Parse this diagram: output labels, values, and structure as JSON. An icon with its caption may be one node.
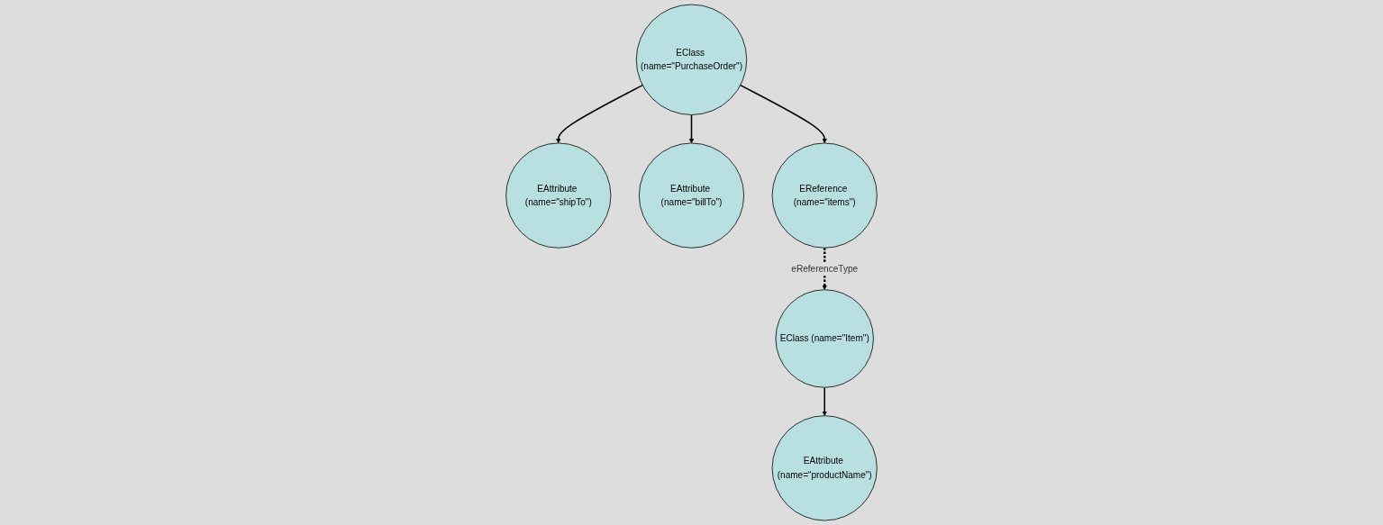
{
  "diagram": {
    "nodes": [
      {
        "text": [
          "EClass (name=\"PurchaseOrder\")"
        ]
      },
      {
        "text": [
          "EClass (name=\"Item\")"
        ]
      },
      {
        "text": [
          "EAttribute (name=\"shipTo\")"
        ]
      },
      {
        "text": [
          "EAttribute (name=\"billTo\")"
        ]
      },
      {
        "text": [
          "EReference (name=\"items\")"
        ]
      },
      {
        "text": [
          "EAttribute (name=“productName\")"
        ]
      }
    ],
    "edges": [
      {
        "from": 0,
        "to": 2,
        "arrow": "to"
      },
      {
        "from": 0,
        "to": 3,
        "arrow": "to"
      },
      {
        "from": 0,
        "to": 4,
        "arrow": "to"
      },
      {
        "from": 4,
        "to": 1,
        "arrow": "to",
        "style": "dashed",
        "label": "eReferenceType"
      },
      {
        "from": 1,
        "to": 5,
        "arrow": "to"
      }
    ]
  }
}
